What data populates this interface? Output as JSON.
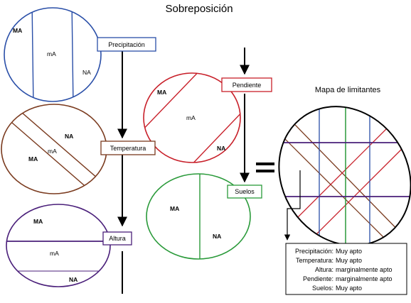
{
  "title": "Sobreposición",
  "map_title": "Mapa de limitantes",
  "layers": {
    "precipitacion": {
      "label": "Precipitación",
      "color": "#2a4fa8",
      "zones": {
        "top": "MA",
        "middle": "mA",
        "right": "NA"
      }
    },
    "temperatura": {
      "label": "Temperatura",
      "color": "#7a3a1e",
      "zones": {
        "top": "NA",
        "middle": "mA",
        "bottom": "MA"
      }
    },
    "altura": {
      "label": "Altura",
      "color": "#4a1f7a",
      "zones": {
        "top": "MA",
        "middle": "mA",
        "bottom": "NA"
      }
    },
    "pendiente": {
      "label": "Pendiente",
      "color": "#c8202a",
      "zones": {
        "top": "MA",
        "middle": "mA",
        "bottom": "NA"
      }
    },
    "suelos": {
      "label": "Suelos",
      "color": "#2a9a3a",
      "zones": {
        "left": "MA",
        "right": "NA"
      }
    }
  },
  "equals_sign": "=",
  "legend": [
    {
      "key": "Precipitación:",
      "value": "Muy apto"
    },
    {
      "key": "Temperatura:",
      "value": "Muy apto"
    },
    {
      "key": "Altura:",
      "value": "marginalmente  apto"
    },
    {
      "key": "Pendiente:",
      "value": "marginalmente apto"
    },
    {
      "key": "Suelos:",
      "value": "Muy apto"
    }
  ]
}
